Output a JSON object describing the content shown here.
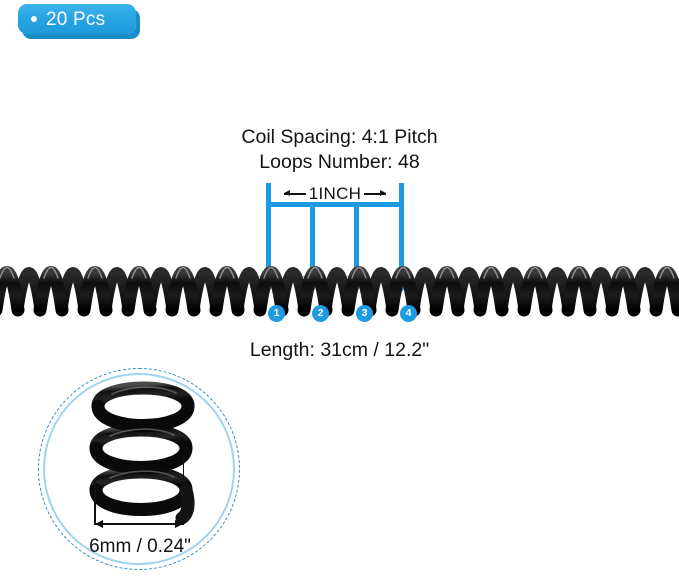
{
  "badge": {
    "bullet_icon": "bullet-dot-icon",
    "label": "20 Pcs",
    "color": "#28a4e4",
    "shadow_color": "#1d8dc9"
  },
  "specs": {
    "coil_spacing": "Coil Spacing: 4:1 Pitch",
    "loops_number": "Loops Number: 48",
    "length": "Length: 31cm / 12.2\""
  },
  "measurement": {
    "inch_label": "1INCH",
    "accent_color": "#1e9be0",
    "loop_markers": [
      "1",
      "2",
      "3",
      "4"
    ],
    "arrow_count": 4
  },
  "detail": {
    "width_label": "6mm / 0.24\"",
    "ring_dashed_color": "#2a8fc4",
    "ring_solid_color": "#9fd4ef"
  },
  "product": {
    "coil_color": "#111111"
  }
}
